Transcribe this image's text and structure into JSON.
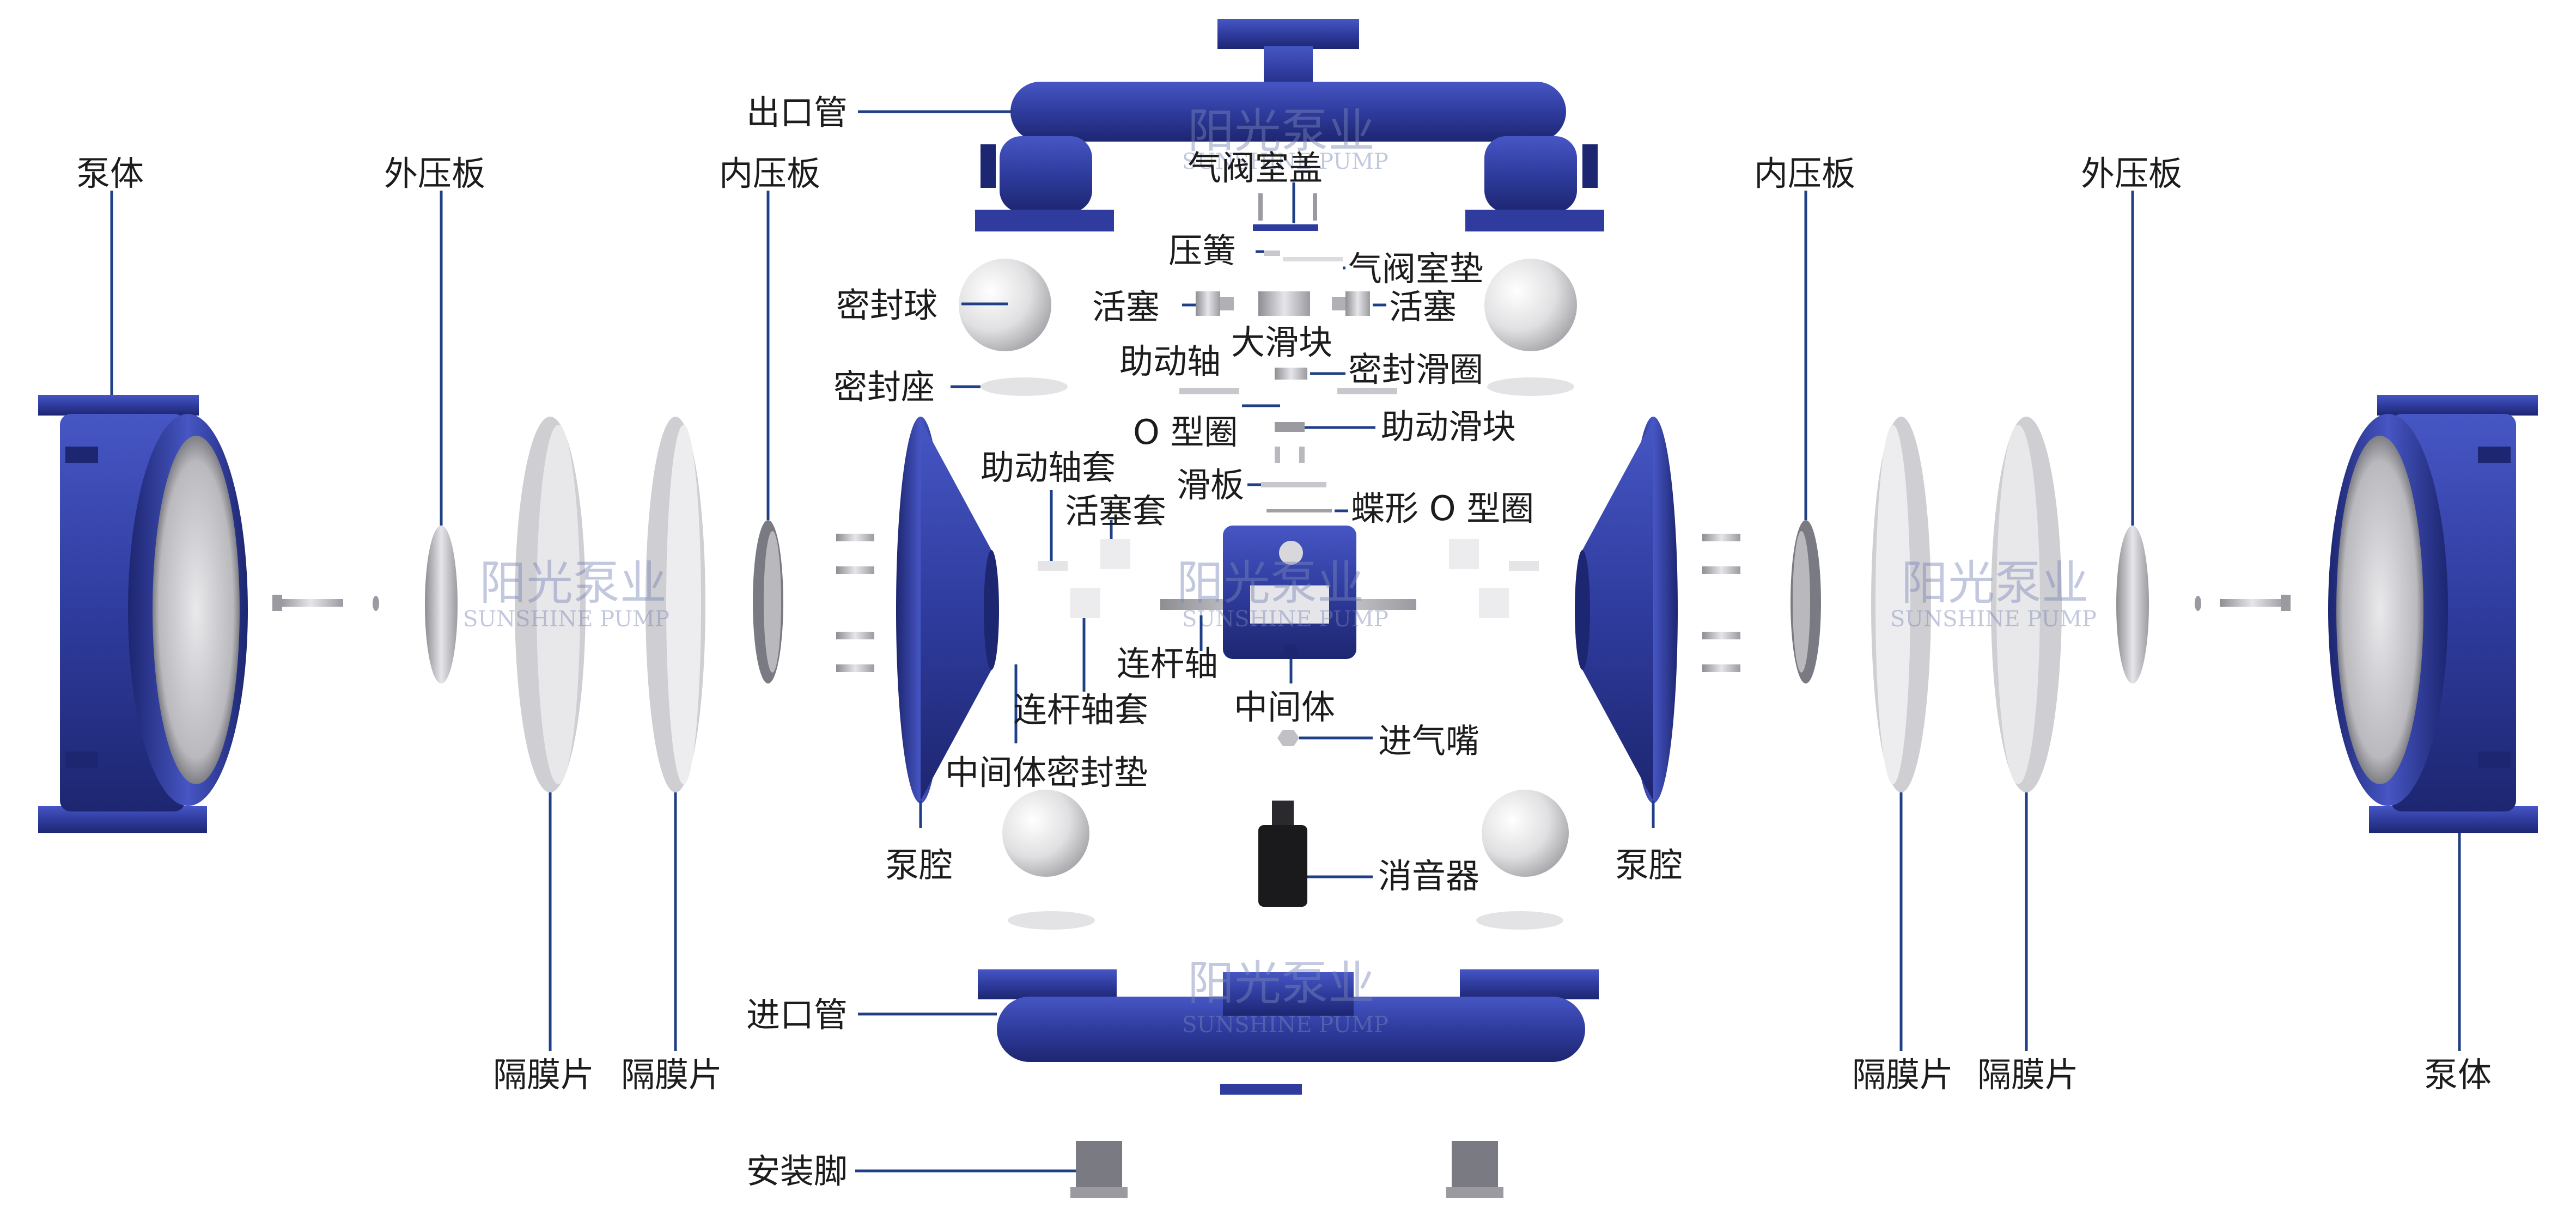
{
  "colors": {
    "pump_blue": "#2f3c9e",
    "pump_blue_dark": "#1d2670",
    "metal": "#c8c8cc",
    "leader": "#1f3f86"
  },
  "labels": {
    "pump_body_left": "泵体",
    "outer_plate_left": "外压板",
    "inner_plate_left": "内压板",
    "outlet_pipe": "出口管",
    "valve_cover": "气阀室盖",
    "spring": "压簧",
    "valve_gasket": "气阀室垫",
    "seal_ball": "密封球",
    "piston_left": "活塞",
    "piston_right": "活塞",
    "big_slider": "大滑块",
    "seal_ring": "密封滑圈",
    "assist_shaft": "助动轴",
    "seal_seat": "密封座",
    "o_ring": "O 型圈",
    "assist_slider": "助动滑块",
    "assist_sleeve": "助动轴套",
    "slide_plate": "滑板",
    "piston_sleeve": "活塞套",
    "butterfly_o_ring": "蝶形 O 型圈",
    "rod_shaft": "连杆轴",
    "rod_sleeve": "连杆轴套",
    "center_body": "中间体",
    "air_inlet": "进气嘴",
    "center_gasket": "中间体密封垫",
    "pump_chamber_left": "泵腔",
    "pump_chamber_right": "泵腔",
    "muffler": "消音器",
    "inlet_pipe": "进口管",
    "mount_foot": "安装脚",
    "diaphragm_1": "隔膜片",
    "diaphragm_2": "隔膜片",
    "diaphragm_3": "隔膜片",
    "diaphragm_4": "隔膜片",
    "pump_body_right": "泵体",
    "outer_plate_right": "外压板",
    "inner_plate_right": "内压板"
  },
  "watermarks": {
    "cn": "阳光泵业",
    "en": "SUNSHINE PUMP"
  }
}
